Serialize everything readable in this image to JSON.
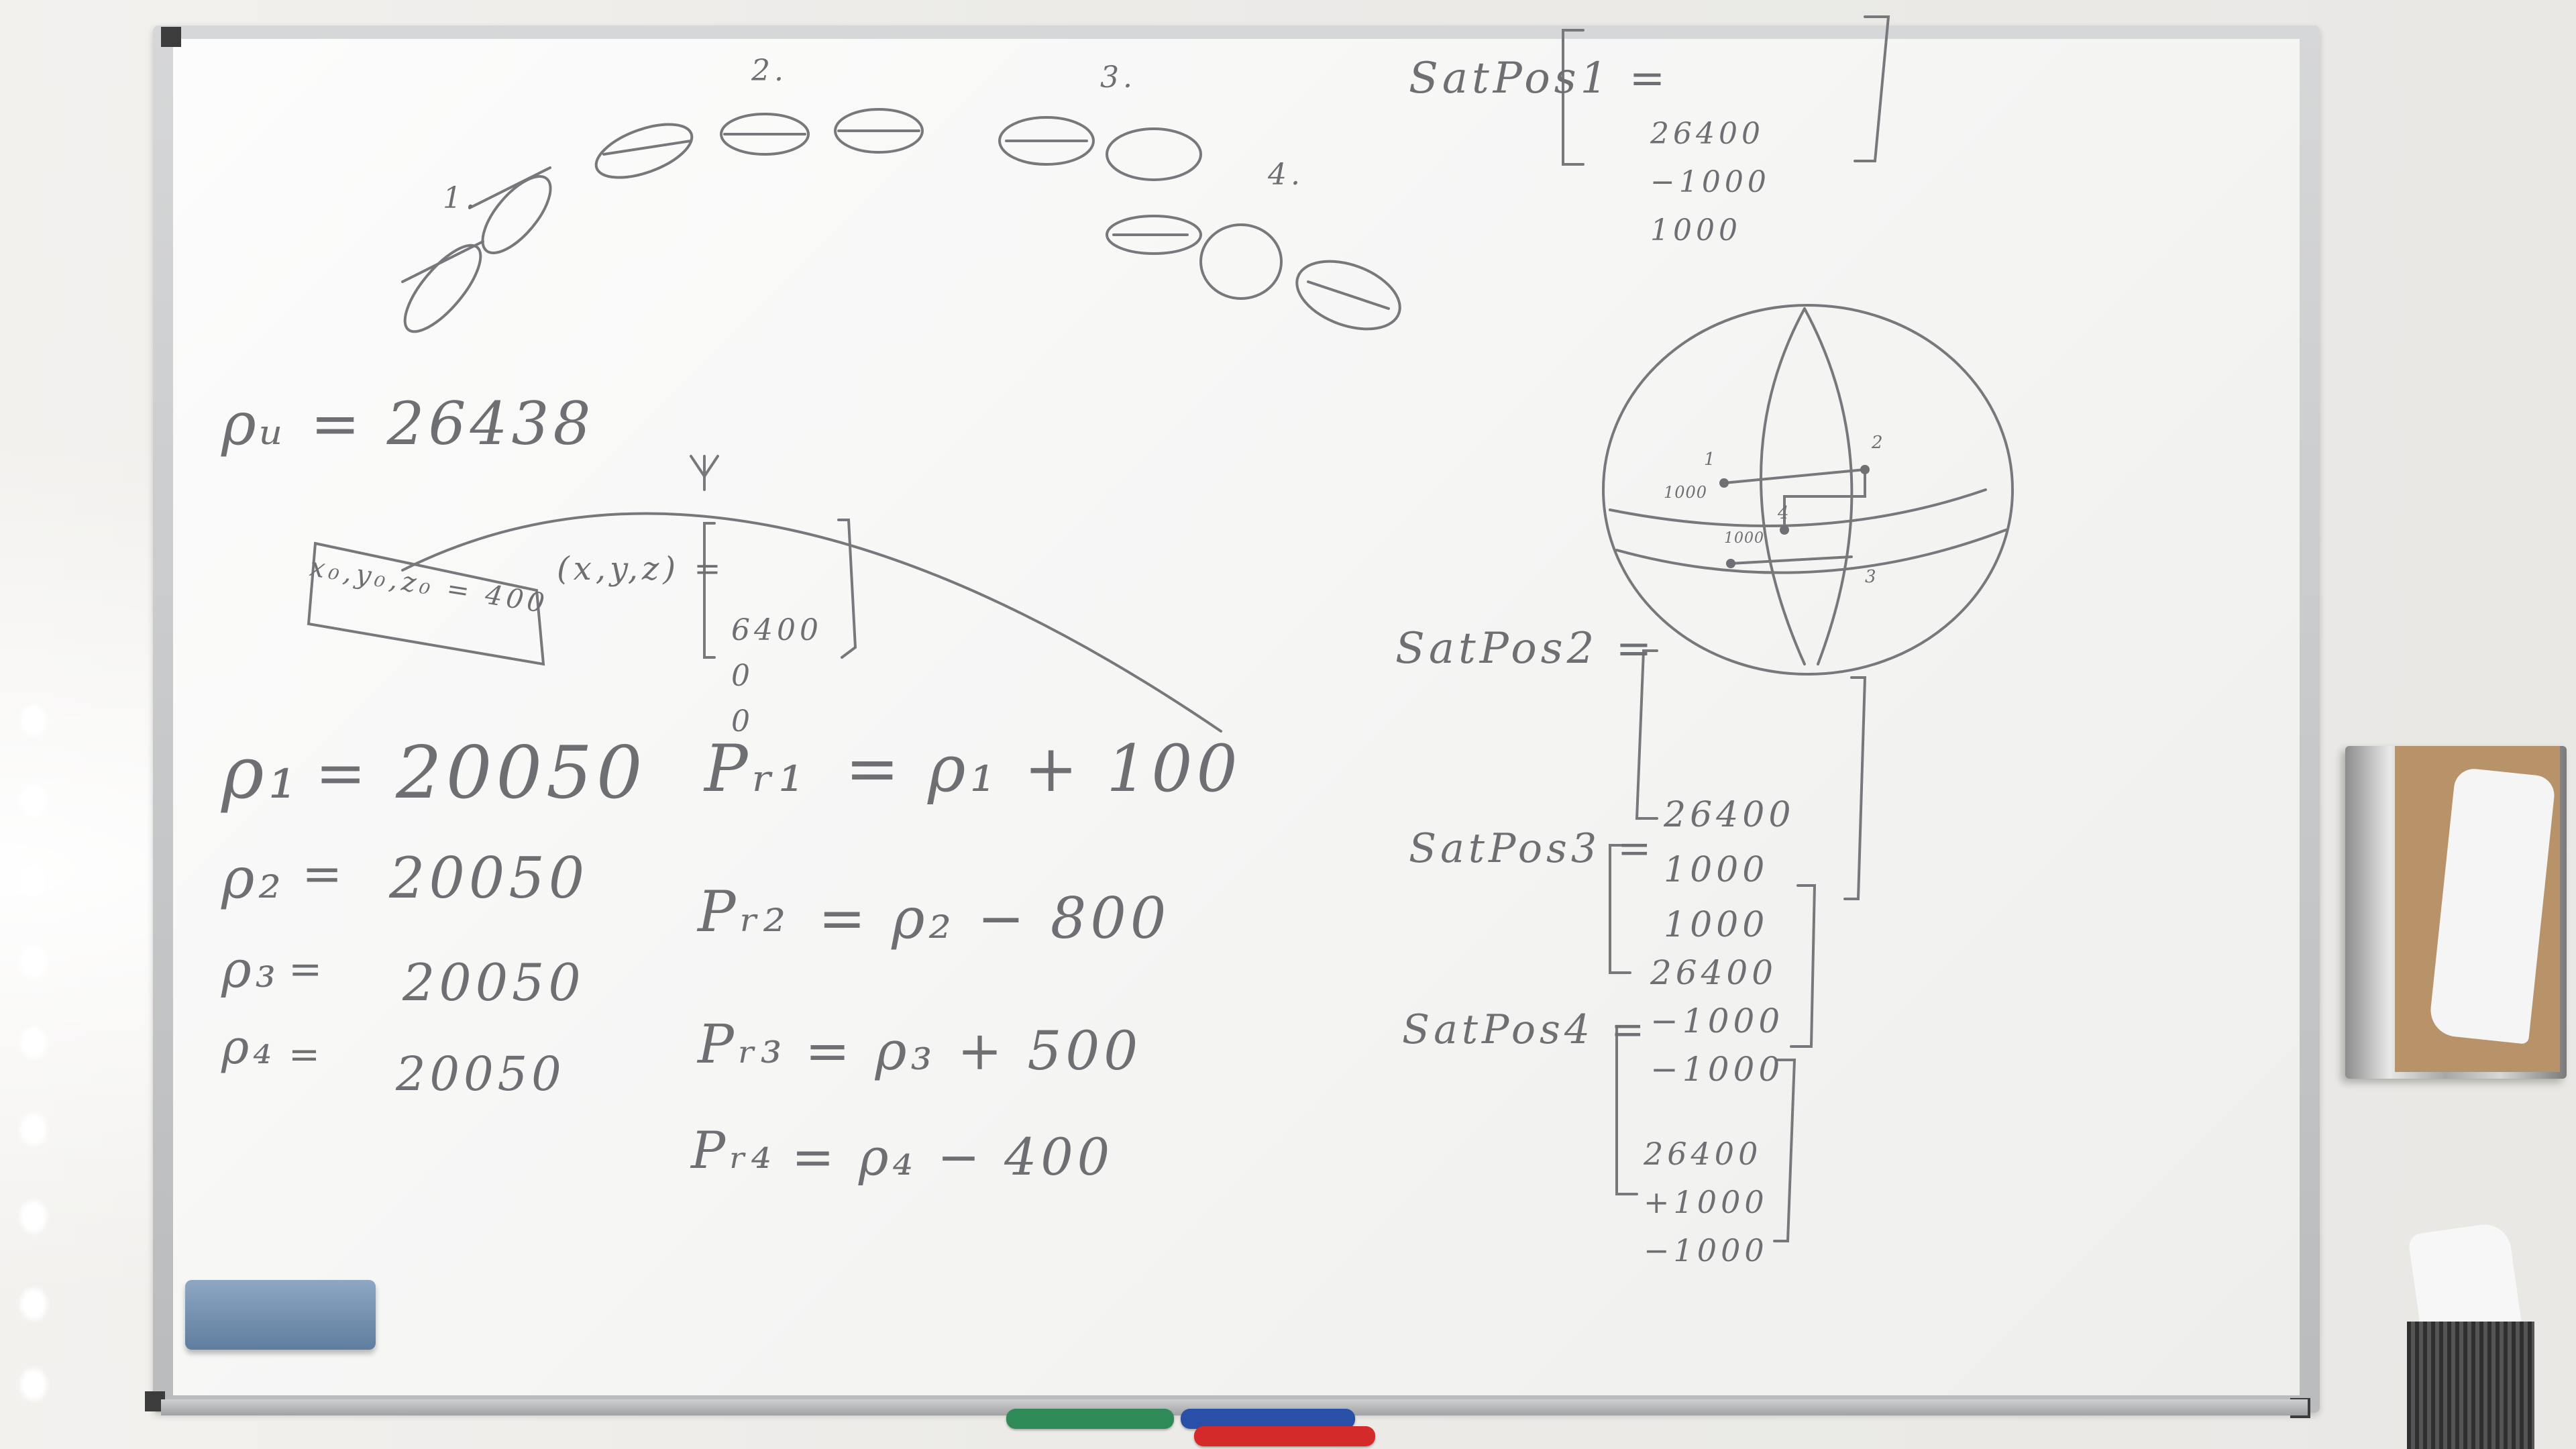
{
  "board": {
    "labels_top": [
      "1.",
      "2.",
      "3.",
      "4."
    ],
    "rho_u": "ρᵤ = 26438",
    "receiver_position": "(x,y,z) =",
    "receiver_vector": [
      "6400",
      "0",
      "0"
    ],
    "boxed_note": "x₀,y₀,z₀ = 400",
    "rho_values": [
      {
        "name": "ρ₁",
        "value": "20050"
      },
      {
        "name": "ρ₂",
        "value": "20050"
      },
      {
        "name": "ρ₃",
        "value": "20050"
      },
      {
        "name": "ρ₄",
        "value": "20050"
      }
    ],
    "pseudo_ranges": [
      {
        "name": "Pᵣ₁",
        "expr": "= ρ₁ + 100"
      },
      {
        "name": "Pᵣ₂",
        "expr": "= ρ₂ − 800"
      },
      {
        "name": "Pᵣ₃",
        "expr": "= ρ₃ + 500"
      },
      {
        "name": "Pᵣ₄",
        "expr": "= ρ₄ − 400"
      }
    ],
    "sat_pos_1": {
      "label": "SatPos1 =",
      "vector": [
        "26400",
        "−1000",
        "1000"
      ]
    },
    "sat_pos_2": {
      "label": "SatPos2 =",
      "vector": [
        "26400",
        "1000",
        "1000"
      ]
    },
    "sat_pos_3": {
      "label": "SatPos3 =",
      "vector": [
        "26400",
        "−1000",
        "−1000"
      ]
    },
    "sat_pos_4": {
      "label": "SatPos4 =",
      "vector": [
        "26400",
        "+1000",
        "−1000"
      ]
    },
    "globe_labels": [
      "1",
      "2",
      "3",
      "4",
      "1000",
      "1000"
    ]
  },
  "colors": {
    "ink": "#6e6f73",
    "frame": "#c7c8ca",
    "eraser": "#6f8db0"
  },
  "markers": [
    {
      "color": "#2e8b57"
    },
    {
      "color": "#2a4fa8"
    },
    {
      "color": "#d42a2a"
    }
  ]
}
